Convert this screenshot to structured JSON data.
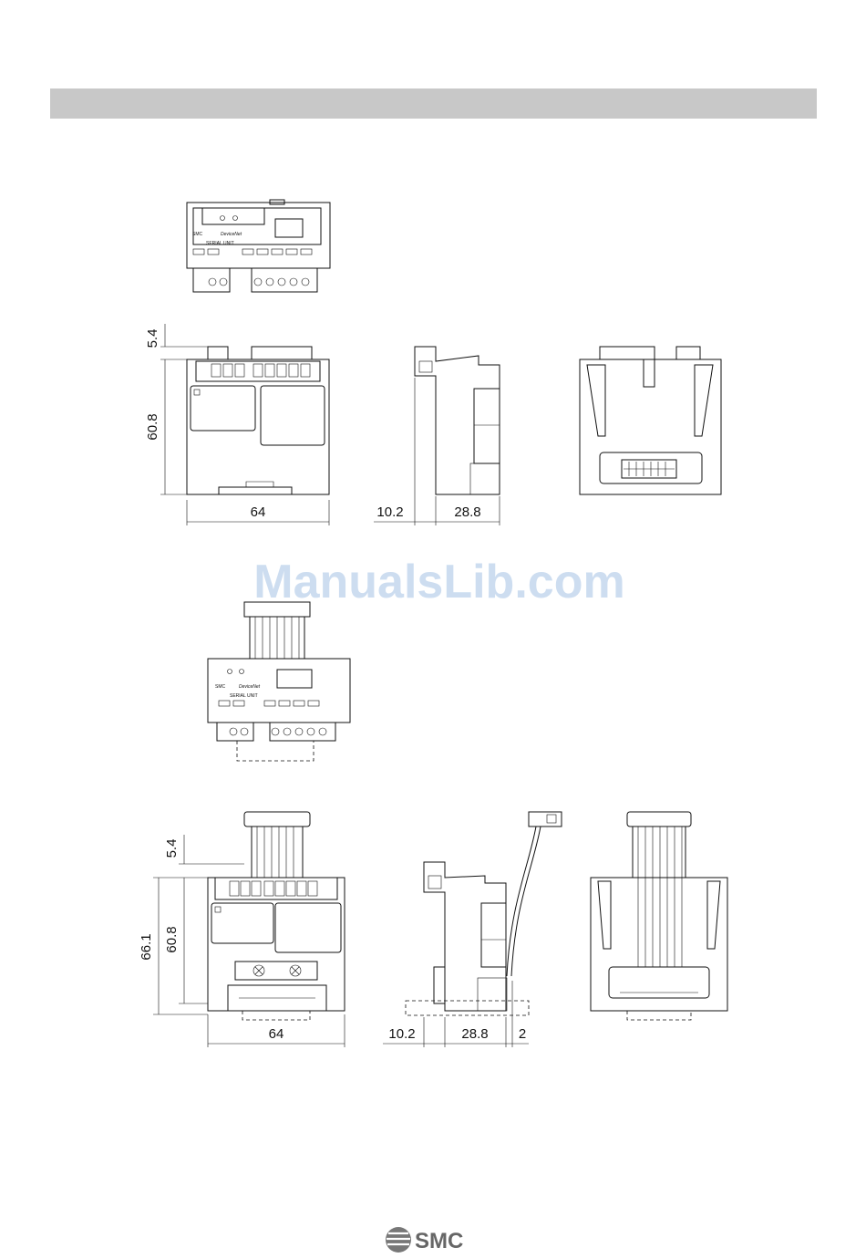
{
  "device_labels": {
    "brand": "SMC",
    "network": "DeviceNet",
    "unit": "SERIAL UNIT"
  },
  "dims_set1": {
    "top_offset": "5.4",
    "height": "60.8",
    "width": "64",
    "depth_offset": "10.2",
    "depth": "28.8"
  },
  "dims_set2": {
    "top_offset": "5.4",
    "total_height": "66.1",
    "height": "60.8",
    "width": "64",
    "depth_offset": "10.2",
    "depth": "28.8",
    "extra": "2"
  },
  "watermark": "ManualsLib.com",
  "footer_logo": "SMC",
  "colors": {
    "header_bar": "#c8c8c8",
    "watermark": "#c5d8ee",
    "line": "#111111"
  }
}
